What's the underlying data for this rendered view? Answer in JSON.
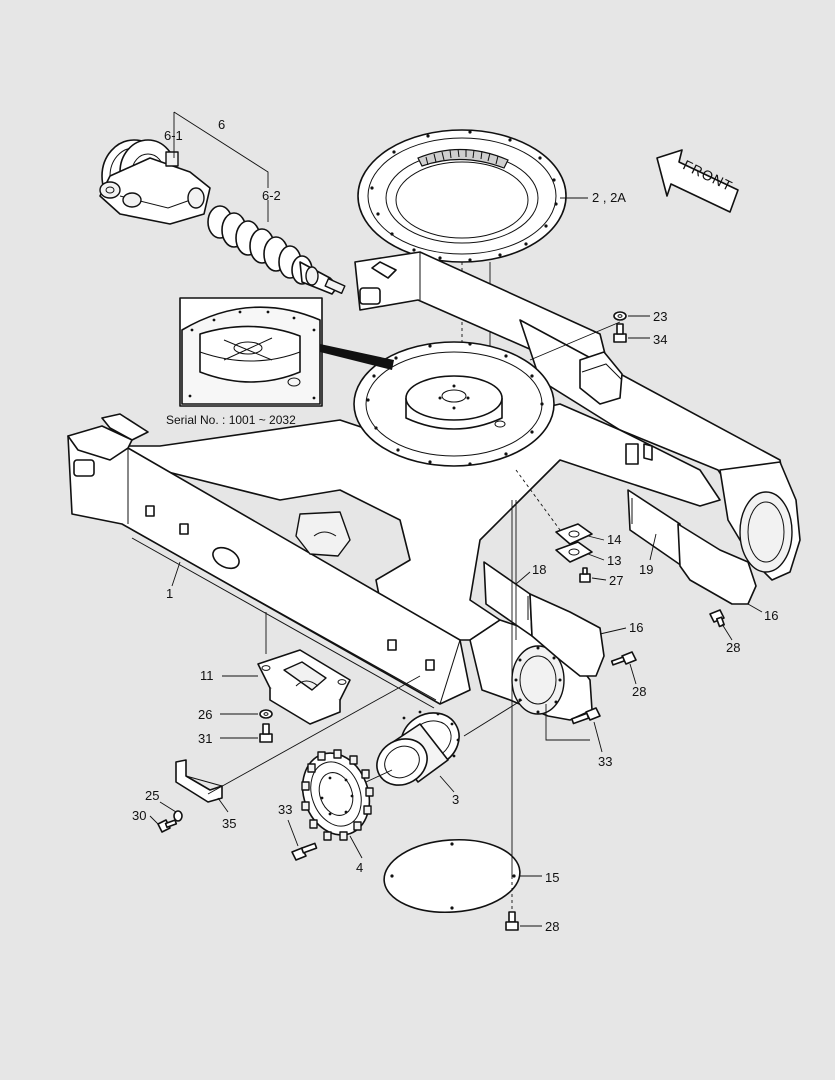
{
  "callouts": {
    "c1": "1",
    "c2": "2 , 2A",
    "c3": "3",
    "c4": "4",
    "c6": "6",
    "c6_1": "6-1",
    "c6_2": "6-2",
    "c11": "11",
    "c13": "13",
    "c14": "14",
    "c15": "15",
    "c16a": "16",
    "c16b": "16",
    "c18": "18",
    "c19": "19",
    "c23": "23",
    "c25": "25",
    "c26": "26",
    "c27": "27",
    "c28a": "28",
    "c28b": "28",
    "c28c": "28",
    "c30": "30",
    "c31": "31",
    "c33a": "33",
    "c33b": "33",
    "c34": "34",
    "c35": "35"
  },
  "serial_note": "Serial No. : 1001 ~ 2032",
  "front_label": "FRONT",
  "colors": {
    "background": "#e6e6e6",
    "line": "#111111",
    "fill": "#ffffff"
  }
}
